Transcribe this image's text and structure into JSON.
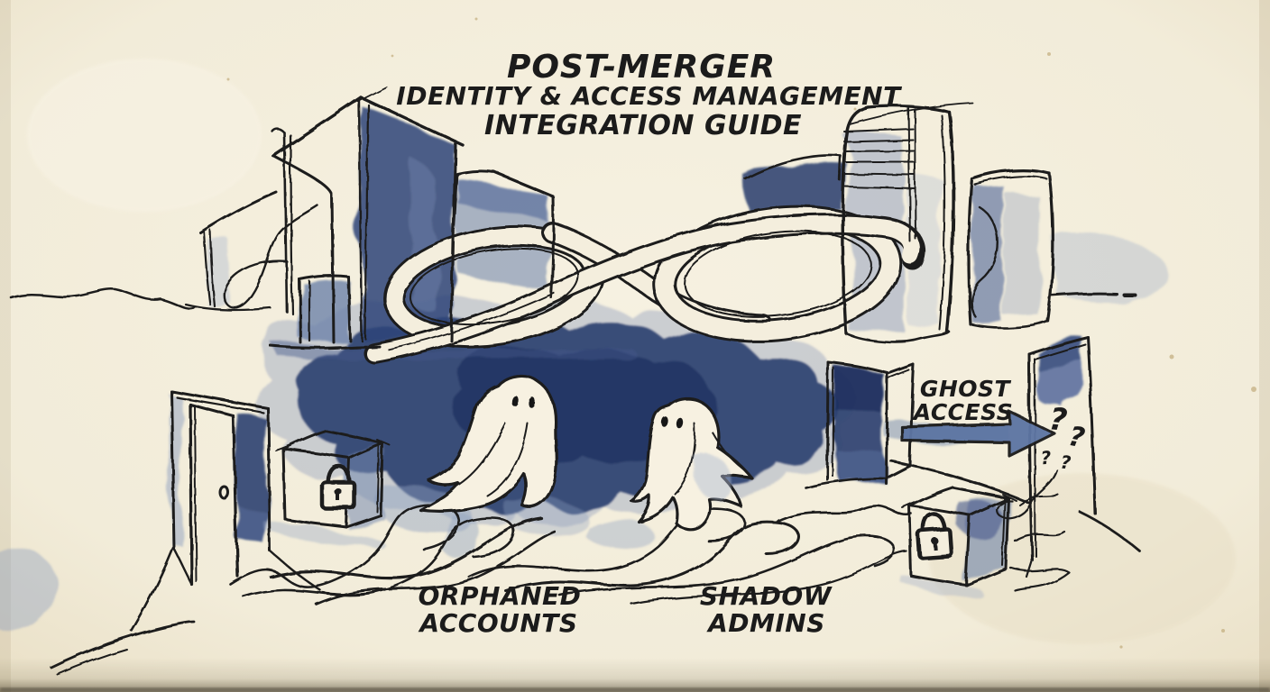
{
  "illustration": {
    "title": {
      "line1": "POST-MERGER",
      "line2": "IDENTITY & ACCESS MANAGEMENT",
      "line3": "INTEGRATION GUIDE"
    },
    "labels": {
      "ghost_access": {
        "line1": "GHOST",
        "line2": "ACCESS"
      },
      "orphaned_accounts": {
        "line1": "ORPHANED",
        "line2": "ACCOUNTS"
      },
      "shadow_admins": {
        "line1": "SHADOW",
        "line2": "ADMINS"
      }
    },
    "question_marks": [
      "?",
      "?",
      "?",
      "?"
    ],
    "colors": {
      "paper": "#f3edda",
      "ink": "#1d1d1d",
      "navy_dark": "#2b4070",
      "navy_deep": "#1e3160",
      "blue_mid": "#5d74a3",
      "blue_pale": "#8fa0bf",
      "arrow": "#5d74a3"
    }
  }
}
